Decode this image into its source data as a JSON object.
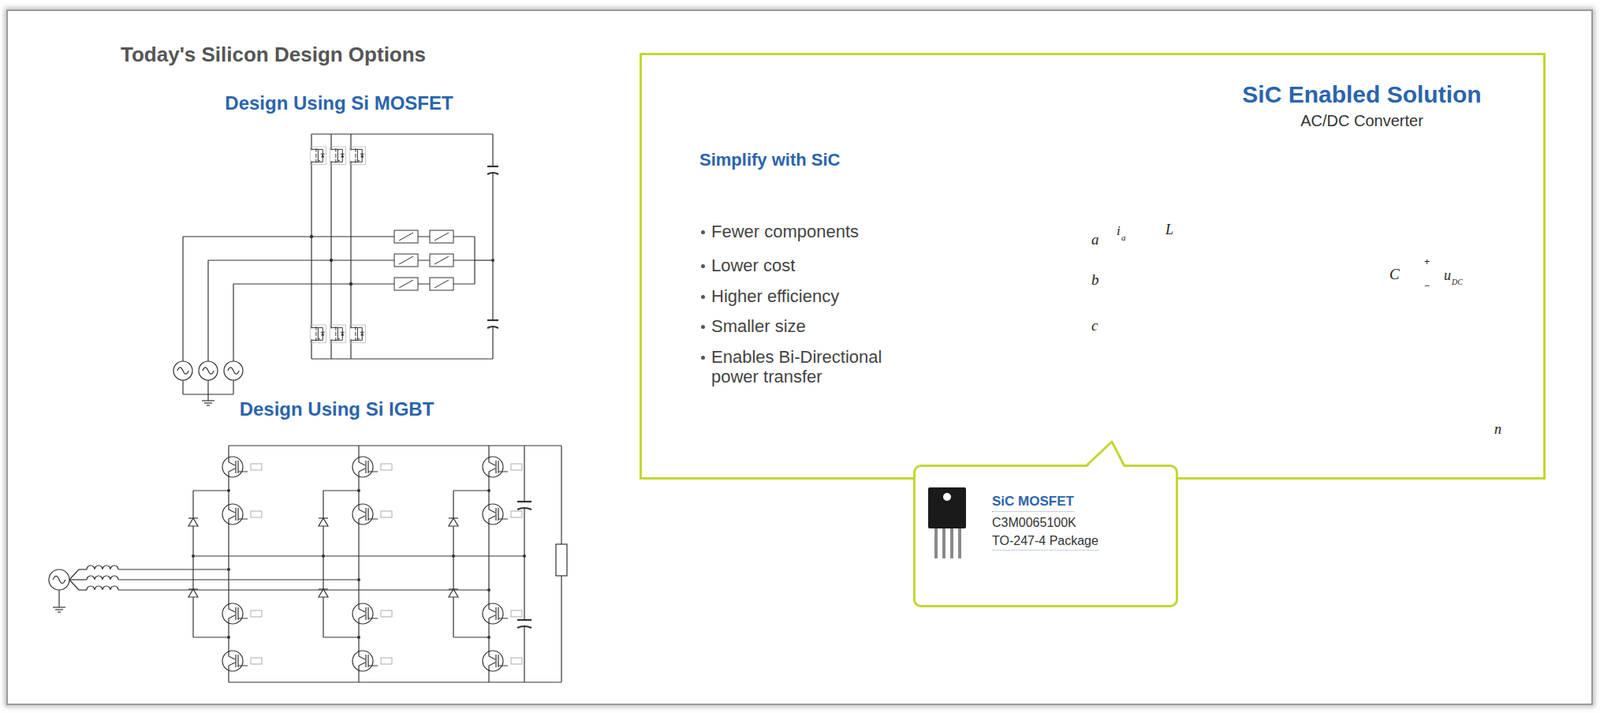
{
  "diagram": {
    "nodes": [
      {
        "text": [
          "SiC Enabled Solution",
          "AC/DC Converter",
          "Simplify with SiC",
          "Fewer components",
          "Lower cost",
          "Higher efficiency",
          "Smaller size",
          "Enables Bi-Directional power transfer"
        ]
      },
      {
        "text": [
          "SiC MOSFET",
          "C3M0065100K",
          "TO-247-4 Package"
        ]
      }
    ],
    "labels": [
      "Today's Silicon Design Options",
      "Design Using Si MOSFET",
      "Design Using Si IGBT",
      "a",
      "i",
      "a",
      "L",
      "b",
      "c",
      "C",
      "+",
      "−",
      "u",
      "DC",
      "n"
    ]
  }
}
